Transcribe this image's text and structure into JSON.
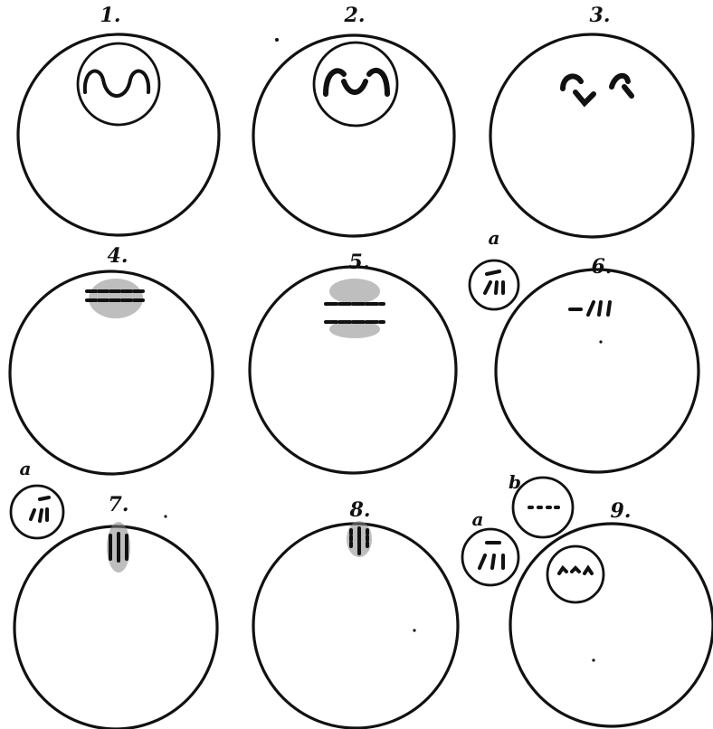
{
  "figures": [
    {
      "label": "1."
    },
    {
      "label": "2."
    },
    {
      "label": "3."
    },
    {
      "label": "4."
    },
    {
      "label": "5."
    },
    {
      "label": "6.",
      "inset_a": "a"
    },
    {
      "label": "7.",
      "inset_a": "a"
    },
    {
      "label": "8."
    },
    {
      "label": "9.",
      "inset_a": "a",
      "inset_b": "b"
    }
  ]
}
